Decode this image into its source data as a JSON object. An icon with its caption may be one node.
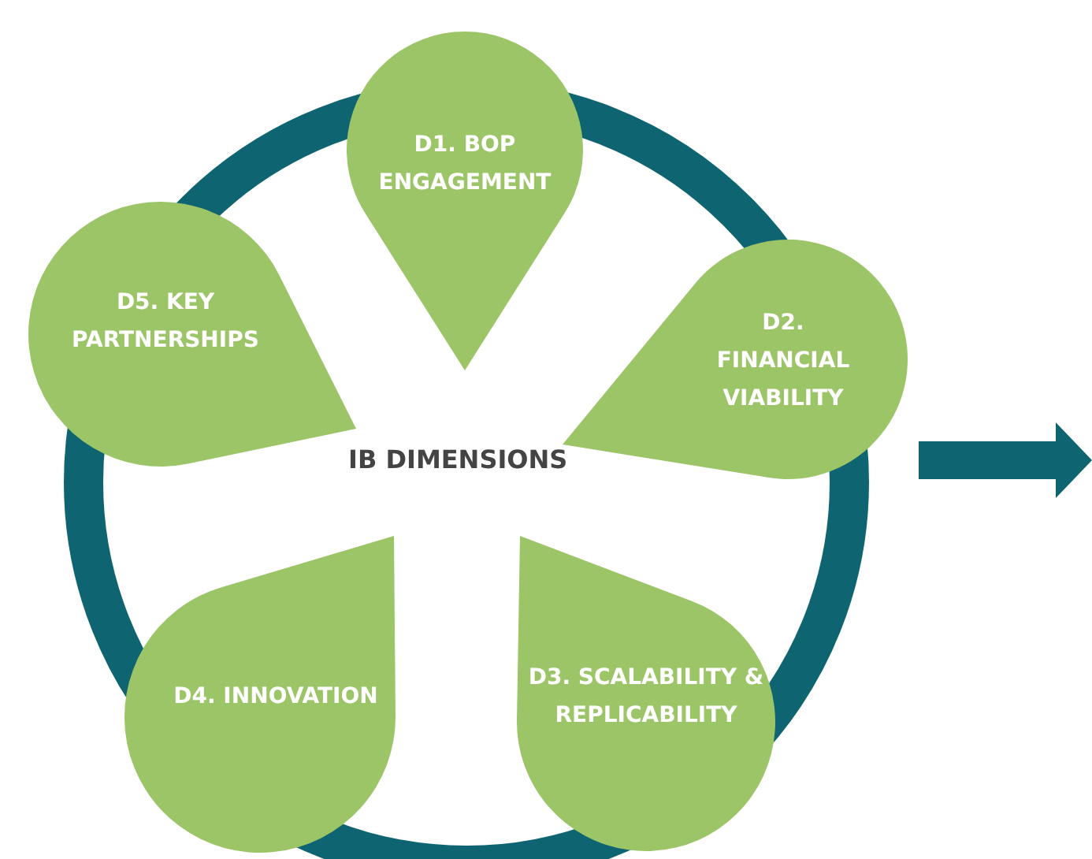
{
  "diagram": {
    "nodes": [
      {
        "text": [
          "D1. BOP ENGAGEMENT"
        ]
      },
      {
        "text": [
          "D2. FINANCIAL VIABILITY"
        ]
      },
      {
        "text": [
          "D3. SCALABILITY & REPLICABILITY"
        ]
      },
      {
        "text": [
          "D4. INNOVATION"
        ]
      },
      {
        "text": [
          "D5. KEY PARTNERSHIPS"
        ]
      }
    ],
    "labels": [
      "IB DIMENSIONS"
    ]
  }
}
